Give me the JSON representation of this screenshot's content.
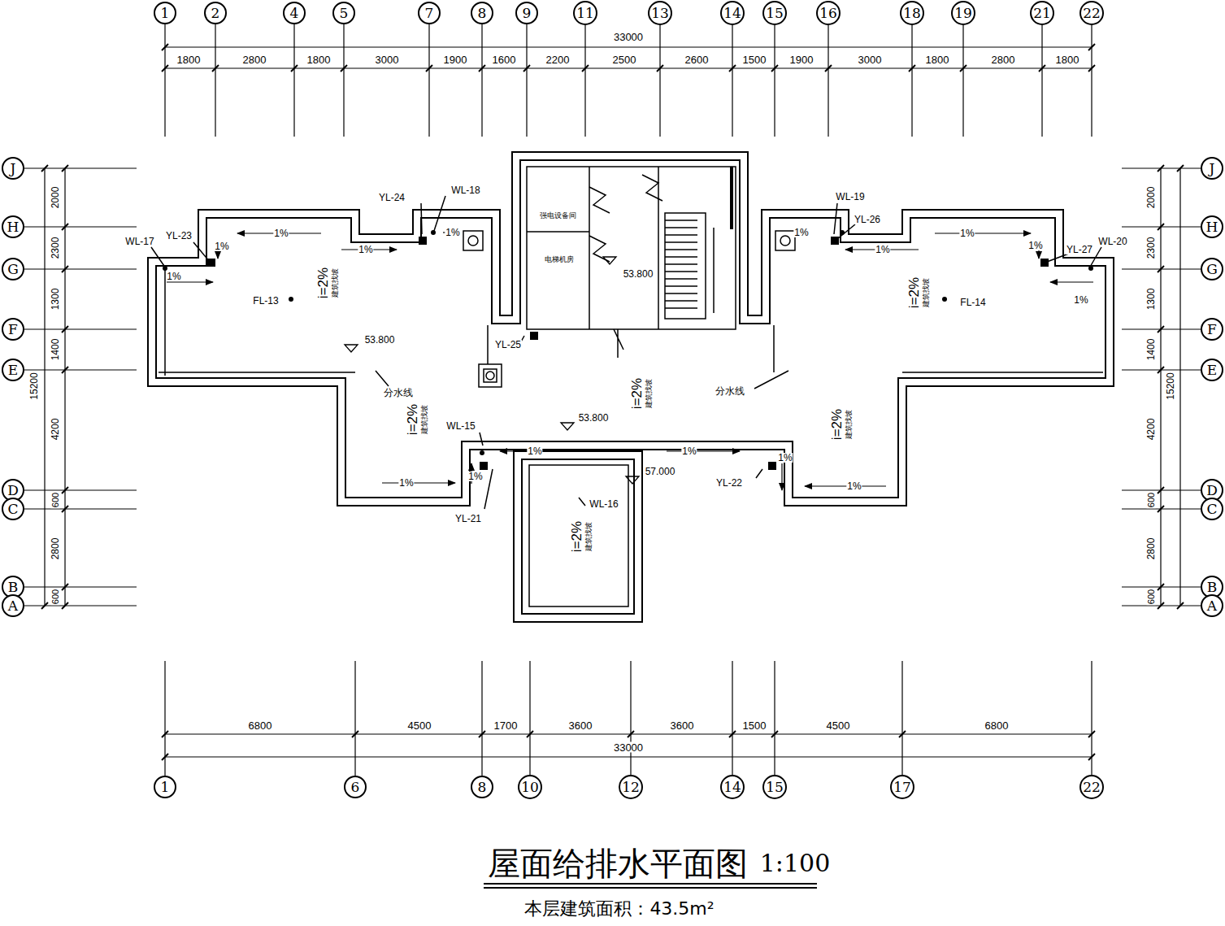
{
  "diagram": {
    "title": "屋面给排水平面图",
    "caption": "本层建筑面积：43.5m²",
    "nodes": [
      {
        "text": [
          "1"
        ]
      },
      {
        "text": [
          "2"
        ]
      },
      {
        "text": [
          "4"
        ]
      },
      {
        "text": [
          "5"
        ]
      },
      {
        "text": [
          "7"
        ]
      },
      {
        "text": [
          "8"
        ]
      },
      {
        "text": [
          "9"
        ]
      },
      {
        "text": [
          "11"
        ]
      },
      {
        "text": [
          "13"
        ]
      },
      {
        "text": [
          "14"
        ]
      },
      {
        "text": [
          "15"
        ]
      },
      {
        "text": [
          "16"
        ]
      },
      {
        "text": [
          "18"
        ]
      },
      {
        "text": [
          "19"
        ]
      },
      {
        "text": [
          "21"
        ]
      },
      {
        "text": [
          "22"
        ]
      },
      {
        "text": [
          "J"
        ]
      },
      {
        "text": [
          "H"
        ]
      },
      {
        "text": [
          "G"
        ]
      },
      {
        "text": [
          "F"
        ]
      },
      {
        "text": [
          "E"
        ]
      },
      {
        "text": [
          "D"
        ]
      },
      {
        "text": [
          "C"
        ]
      },
      {
        "text": [
          "B"
        ]
      },
      {
        "text": [
          "A"
        ]
      },
      {
        "text": [
          "J"
        ]
      },
      {
        "text": [
          "H"
        ]
      },
      {
        "text": [
          "G"
        ]
      },
      {
        "text": [
          "F"
        ]
      },
      {
        "text": [
          "E"
        ]
      },
      {
        "text": [
          "D"
        ]
      },
      {
        "text": [
          "C"
        ]
      },
      {
        "text": [
          "B"
        ]
      },
      {
        "text": [
          "A"
        ]
      },
      {
        "text": [
          "1"
        ]
      },
      {
        "text": [
          "6"
        ]
      },
      {
        "text": [
          "8"
        ]
      },
      {
        "text": [
          "10"
        ]
      },
      {
        "text": [
          "12"
        ]
      },
      {
        "text": [
          "14"
        ]
      },
      {
        "text": [
          "15"
        ]
      },
      {
        "text": [
          "17"
        ]
      },
      {
        "text": [
          "22"
        ]
      }
    ],
    "labels": [
      "33000",
      "1800",
      "2800",
      "1800",
      "3000",
      "1900",
      "1600",
      "2200",
      "2500",
      "2600",
      "1500",
      "1900",
      "3000",
      "1800",
      "2800",
      "1800",
      "6800",
      "4500",
      "1700",
      "3600",
      "3600",
      "1500",
      "4500",
      "6800",
      "33000",
      "2000",
      "2300",
      "1300",
      "1400",
      "4200",
      "600",
      "2800",
      "600",
      "15200",
      "2000",
      "2300",
      "1300",
      "1400",
      "4200",
      "600",
      "2800",
      "600",
      "15200",
      "YL-24",
      "WL-18",
      "WL-17",
      "YL-23",
      "FL-13",
      "YL-25",
      "分水线",
      "分水线",
      "WL-15",
      "YL-21",
      "WL-16",
      "YL-22",
      "WL-19",
      "YL-26",
      "YL-27",
      "WL-20",
      "FL-14",
      "53.800",
      "53.800",
      "53.800",
      "57.000",
      "1%",
      "1%",
      "1%",
      "1%",
      "1%",
      "1%",
      "1%",
      "1%",
      "1%",
      "1%",
      "1%",
      "1%",
      "1%",
      "1%",
      "1%",
      "1%",
      "i=2%",
      "建筑找坡",
      "i=2%",
      "建筑找坡",
      "i=2%",
      "建筑找坡",
      "i=2%",
      "建筑找坡",
      "i=2%",
      "建筑找坡",
      "i=2%",
      "建筑找坡",
      "强电设备间",
      "电梯机房",
      "1:100"
    ]
  }
}
